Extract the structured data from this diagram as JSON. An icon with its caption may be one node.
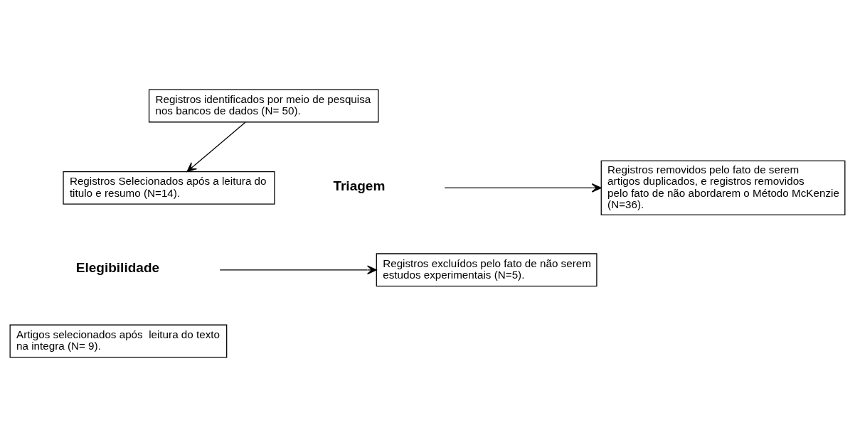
{
  "diagram": {
    "nodes": [
      {
        "text": [
          "Registros identificados por meio de pesquisa nos bancos de dados (N= 50)."
        ]
      },
      {
        "text": [
          "Registros removidos pelo fato de serem artigos duplicados, e registros removidos pelo fato de não abordarem o Método McKenzie (N=36)."
        ]
      },
      {
        "text": [
          "Registros Selecionados após a leitura do titulo e resumo (N=14)."
        ]
      },
      {
        "text": [
          "Registros excluídos pelo fato de não serem estudos experimentais (N=5)."
        ]
      },
      {
        "text": [
          "Artigos selecionados após  leitura do texto na integra (N= 9)."
        ]
      }
    ],
    "edges": [
      {
        "from": 0,
        "to": 2,
        "arrow": "to"
      },
      {
        "from": null,
        "to": 1,
        "arrow": "to"
      },
      {
        "from": null,
        "to": 3,
        "arrow": "to"
      }
    ],
    "labels": [
      "Triagem",
      "Elegibilidade"
    ]
  }
}
